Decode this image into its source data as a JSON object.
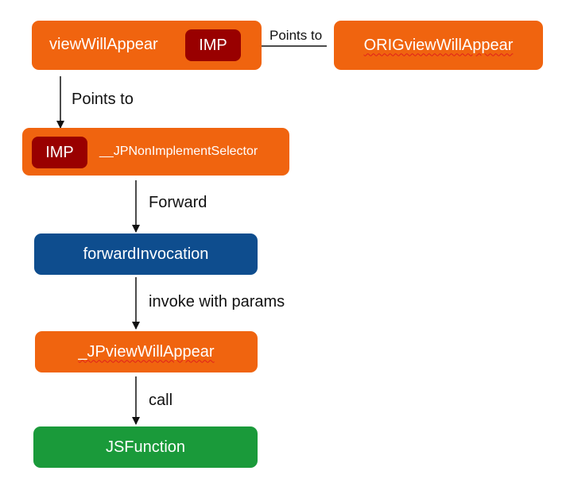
{
  "colors": {
    "orange": "#f0640f",
    "imp_dark_red": "#990000",
    "blue": "#0e4d8e",
    "green": "#1a9a3a",
    "arrow": "#111111",
    "spellcheck_underline": "#e0201b"
  },
  "nodes": {
    "view_will_appear": {
      "label": "viewWillAppear",
      "imp_label": "IMP"
    },
    "orig_view_will_appear": {
      "label": "ORIGviewWillAppear"
    },
    "jp_non_implement_selector": {
      "label": "__JPNonImplementSelector",
      "imp_label": "IMP"
    },
    "forward_invocation": {
      "label": "forwardInvocation"
    },
    "jp_view_will_appear": {
      "label": "_JPviewWillAppear"
    },
    "js_function": {
      "label": "JSFunction"
    }
  },
  "edges": {
    "orig_to_imp": {
      "label": "Points to"
    },
    "view_to_selector": {
      "label": "Points to"
    },
    "selector_to_forward": {
      "label": "Forward"
    },
    "forward_to_jp": {
      "label": "invoke with params"
    },
    "jp_to_js": {
      "label": "call"
    }
  }
}
